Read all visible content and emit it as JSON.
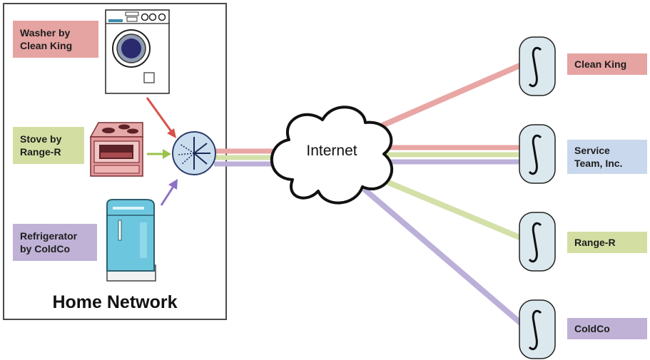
{
  "home_network": {
    "title": "Home Network",
    "appliances": [
      {
        "label": "Washer by\nClean King",
        "color": "#e5a3a1"
      },
      {
        "label": "Stove by\nRange-R",
        "color": "#d3dea2"
      },
      {
        "label": "Refrigerator\nby ColdCo",
        "color": "#bfb2d6"
      }
    ]
  },
  "internet": {
    "label": "Internet"
  },
  "providers": [
    {
      "label": "Clean King",
      "color": "#e5a3a1"
    },
    {
      "label": "Service\nTeam, Inc.",
      "color": "#c9d8ec"
    },
    {
      "label": "Range-R",
      "color": "#d3dea2"
    },
    {
      "label": "ColdCo",
      "color": "#bfb2d6"
    }
  ],
  "colors": {
    "red_line": "#e8a6a4",
    "green_line": "#d3e0a8",
    "purple_line": "#bcb0d9",
    "arrow_red": "#d8514a",
    "arrow_green": "#9cc24a",
    "arrow_purple": "#8d72c4",
    "server_fill": "#dbe9ee"
  }
}
